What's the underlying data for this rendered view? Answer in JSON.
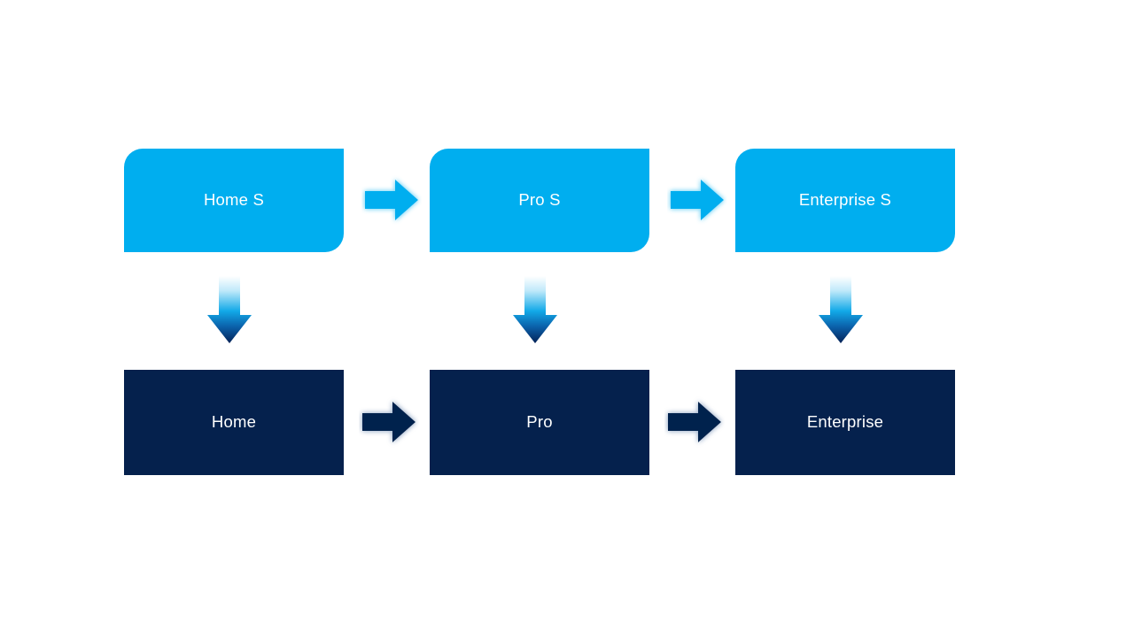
{
  "diagram": {
    "title": "Tier progression diagram",
    "background_color": "#FFFFFF",
    "colors": {
      "tier_s_fill": "#00AEEF",
      "tier_base_fill": "#05214D",
      "label_color": "#FFFFFF",
      "vertical_arrow_gradient_start": "#FFFFFF",
      "vertical_arrow_gradient_mid": "#12A9E8",
      "vertical_arrow_gradient_end": "#042257"
    },
    "rows": [
      {
        "id": "tier-s-row",
        "style": "cyan-round-diagonal",
        "nodes": [
          {
            "id": "home-s",
            "label": "Home S"
          },
          {
            "id": "pro-s",
            "label": "Pro S"
          },
          {
            "id": "enterprise-s",
            "label": "Enterprise S"
          }
        ],
        "connectors": [
          {
            "id": "home-s-to-pro-s",
            "direction": "right",
            "color": "#00AEEF"
          },
          {
            "id": "pro-s-to-enterprise-s",
            "direction": "right",
            "color": "#00AEEF"
          }
        ]
      },
      {
        "id": "tier-base-row",
        "style": "navy-rectangle",
        "nodes": [
          {
            "id": "home",
            "label": "Home"
          },
          {
            "id": "pro",
            "label": "Pro"
          },
          {
            "id": "enterprise",
            "label": "Enterprise"
          }
        ],
        "connectors": [
          {
            "id": "home-to-pro",
            "direction": "right",
            "color": "#05214D"
          },
          {
            "id": "pro-to-enterprise",
            "direction": "right",
            "color": "#05214D"
          }
        ]
      }
    ],
    "vertical_connectors": [
      {
        "id": "home-s-to-home",
        "direction": "down"
      },
      {
        "id": "pro-s-to-pro",
        "direction": "down"
      },
      {
        "id": "enterprise-s-to-enterprise",
        "direction": "down"
      }
    ]
  }
}
